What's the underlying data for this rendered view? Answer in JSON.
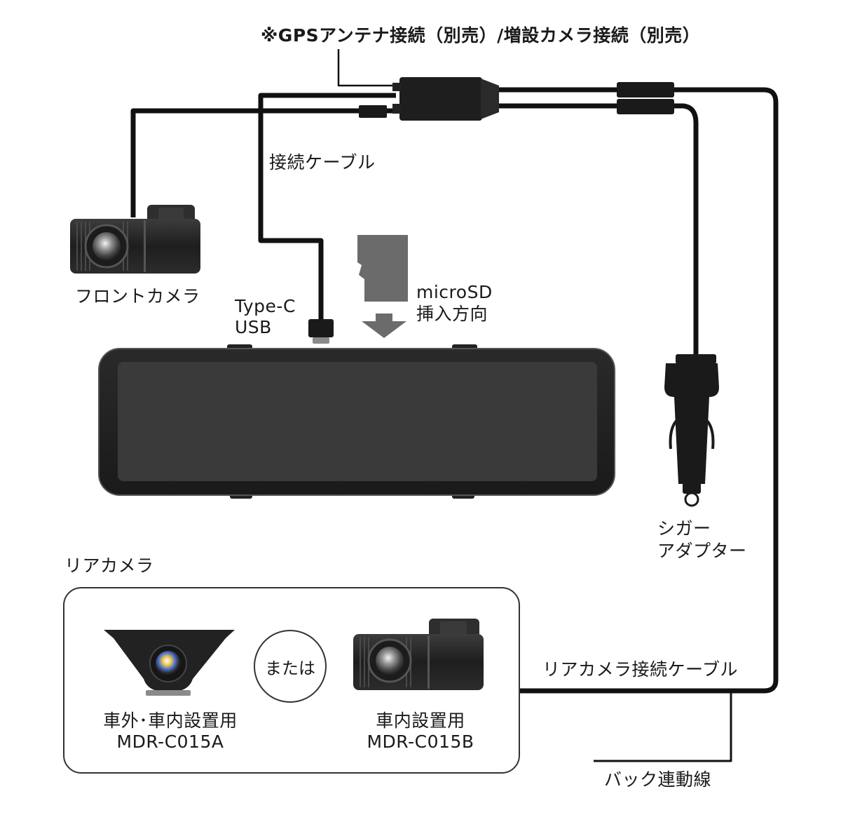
{
  "labels": {
    "gps": "※GPSアンテナ接続（別売）/増設カメラ接続（別売）",
    "connection_cable": "接続ケーブル",
    "front_camera": "フロントカメラ",
    "typec_line1": "Type-C",
    "typec_line2": "USB",
    "microsd_line1": "microSD",
    "microsd_line2": "挿入方向",
    "cigar_line1": "シガー",
    "cigar_line2": "アダプター",
    "rear_camera_title": "リアカメラ",
    "or_text": "または",
    "rear_a_line1": "車外･車内設置用",
    "rear_a_line2": "MDR-C015A",
    "rear_b_line1": "車内設置用",
    "rear_b_line2": "MDR-C015B",
    "rear_cable": "リアカメラ接続ケーブル",
    "back_signal": "バック連動線"
  },
  "icons": [
    "front-camera-icon",
    "mirror-monitor-icon",
    "microsd-card-icon",
    "insert-arrow-icon",
    "cigar-adapter-icon",
    "rear-camera-a-icon",
    "rear-camera-b-icon",
    "cable-junction-icon"
  ],
  "colors": {
    "cable": "#111111",
    "device_body": "#2b2b2b",
    "screen": "#3a3a3a",
    "sd_card": "#6b6b6b"
  }
}
